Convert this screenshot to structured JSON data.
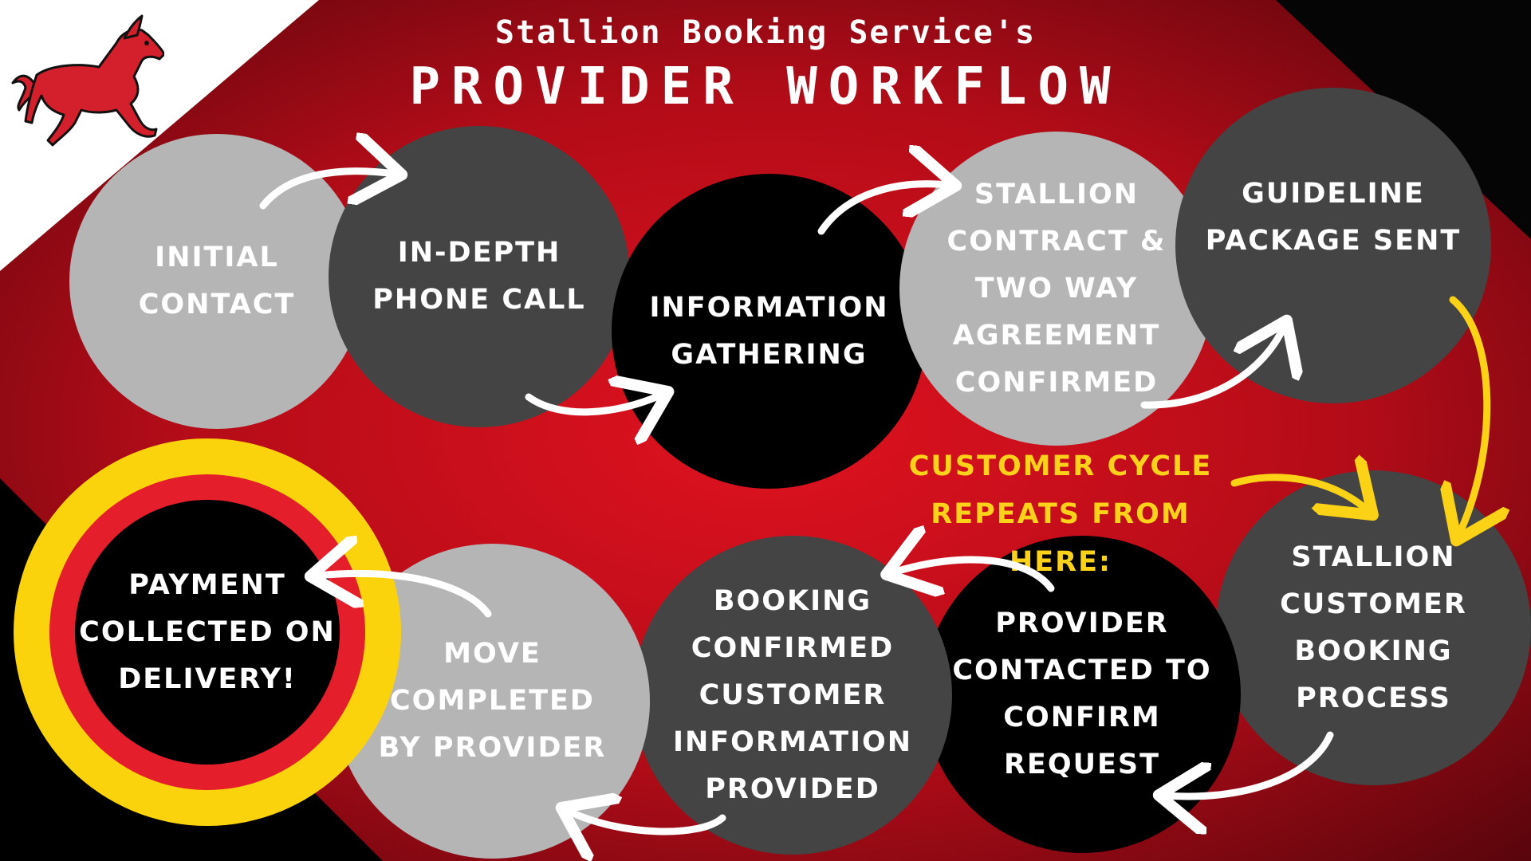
{
  "header": {
    "subtitle": "Stallion Booking Service's",
    "title": "PROVIDER WORKFLOW"
  },
  "logo": {
    "icon": "horse-icon"
  },
  "colors": {
    "red": "#c8101e",
    "dark_red": "#6a0710",
    "yellow": "#fbd30d",
    "ring_red": "#e41e2a",
    "light_gray": "#b5b5b5",
    "dark_gray": "#444444",
    "black": "#000000",
    "white": "#ffffff"
  },
  "steps": [
    {
      "label": "Initial\nContact"
    },
    {
      "label": "In-Depth\nPhone Call"
    },
    {
      "label": "Information\nGathering"
    },
    {
      "label": "Stallion\nContract &\nTwo Way\nAgreement\nConfirmed"
    },
    {
      "label": "Guideline\nPackage Sent"
    },
    {
      "label": "Stallion\nCustomer\nBooking\nProcess"
    },
    {
      "label": "Provider\nContacted to\nConfirm\nRequest"
    },
    {
      "label": "Booking\nConfirmed\nCustomer\nInformation\nProvided"
    },
    {
      "label": "Move\nCompleted\nby Provider"
    },
    {
      "label": "Payment\nCollected on\nDelivery!"
    }
  ],
  "cycle_note": "Customer Cycle\nRepeats From Here:"
}
